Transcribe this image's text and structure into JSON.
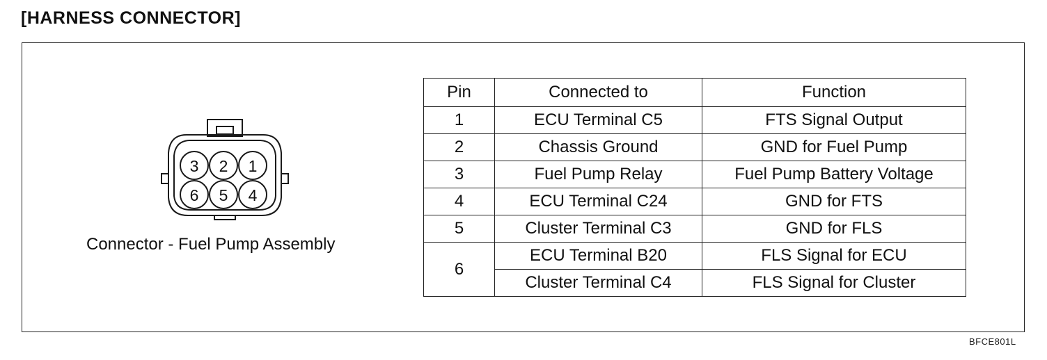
{
  "heading": "[HARNESS CONNECTOR]",
  "connector": {
    "caption": "Connector - Fuel Pump Assembly",
    "pin_rows": [
      [
        "3",
        "2",
        "1"
      ],
      [
        "6",
        "5",
        "4"
      ]
    ]
  },
  "pin_table": {
    "headers": {
      "pin": "Pin",
      "connected_to": "Connected to",
      "function": "Function"
    },
    "rows": [
      {
        "pin": "1",
        "connected_to": "ECU Terminal C5",
        "function": "FTS Signal Output"
      },
      {
        "pin": "2",
        "connected_to": "Chassis Ground",
        "function": "GND for Fuel Pump"
      },
      {
        "pin": "3",
        "connected_to": "Fuel Pump Relay",
        "function": "Fuel Pump Battery Voltage"
      },
      {
        "pin": "4",
        "connected_to": "ECU Terminal C24",
        "function": "GND for FTS"
      },
      {
        "pin": "5",
        "connected_to": "Cluster Terminal C3",
        "function": "GND for FLS"
      },
      {
        "pin": "6",
        "connected_to": "ECU Terminal B20",
        "function": "FLS Signal for ECU"
      },
      {
        "pin": "",
        "connected_to": "Cluster Terminal C4",
        "function": "FLS Signal for Cluster"
      }
    ]
  },
  "figure_code": "BFCE801L"
}
